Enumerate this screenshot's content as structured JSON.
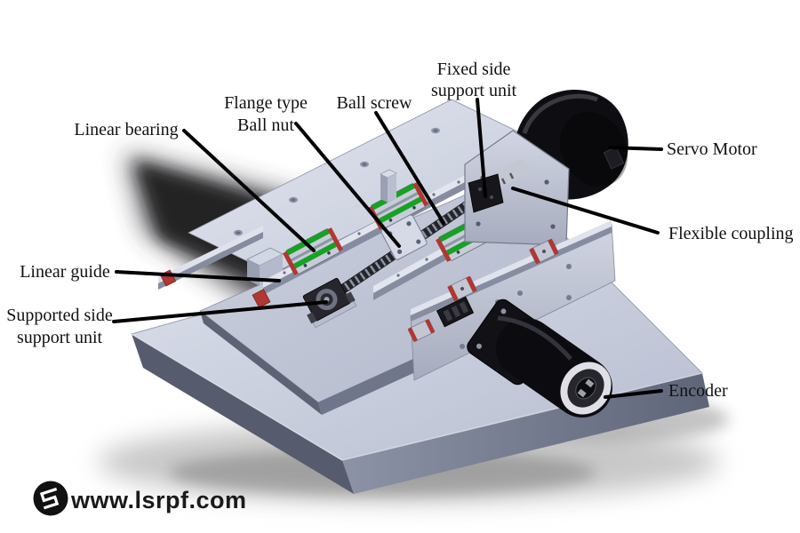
{
  "labels": {
    "linear_bearing": {
      "text": "Linear bearing"
    },
    "flange_ball_nut": {
      "line1": "Flange type",
      "line2": "Ball nut"
    },
    "ball_screw": {
      "text": "Ball screw"
    },
    "fixed_side_support": {
      "line1": "Fixed side",
      "line2": "support unit"
    },
    "servo_motor": {
      "text": "Servo Motor"
    },
    "flexible_coupling": {
      "text": "Flexible coupling"
    },
    "linear_guide": {
      "text": "Linear guide"
    },
    "supported_side_support": {
      "line1": "Supported side",
      "line2": "support unit"
    },
    "encoder": {
      "text": "Encoder"
    }
  },
  "watermark": {
    "url_text": "www.lsrpf.com",
    "logo": "lsrpf-logo"
  },
  "colors": {
    "background": "#ffffff",
    "metal_light": "#d6dae8",
    "metal_mid": "#aab0c2",
    "metal_dark": "#5a6070",
    "carriage_green": "#17a125",
    "accent_red": "#b03732",
    "motor_black": "#0e0e12",
    "leader_line": "#000000",
    "shadow": "#2c2c31"
  }
}
